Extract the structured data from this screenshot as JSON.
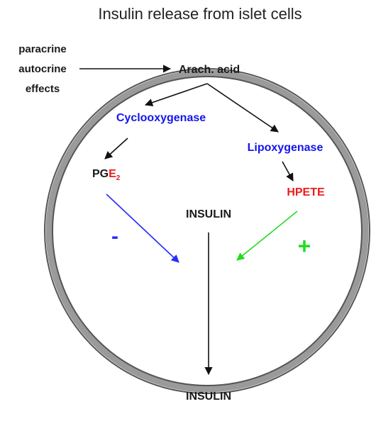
{
  "title": "Insulin release from islet cells",
  "side_labels": [
    "paracrine",
    "autocrine",
    "effects"
  ],
  "nodes": {
    "arachidonic_acid": "Arach. acid",
    "cyclooxygenase": "Cyclooxygenase",
    "lipoxygenase": "Lipoxygenase",
    "pge_prefix": "PG",
    "pge_e": "E",
    "pge_subscript": "2",
    "hpete": "HPETE",
    "insulin_inside": "INSULIN",
    "insulin_outside": "INSULIN"
  },
  "effects": {
    "pge2_effect": "-",
    "hpete_effect": "+"
  },
  "colors": {
    "enzyme_text": "#1515ee",
    "hpete_text": "#ee1a1a",
    "inhibitory_arrow": "#2a2aff",
    "stimulatory_arrow": "#22dd22",
    "cell_membrane": "#9a9a9a",
    "text_dark": "#1a1a1a"
  }
}
